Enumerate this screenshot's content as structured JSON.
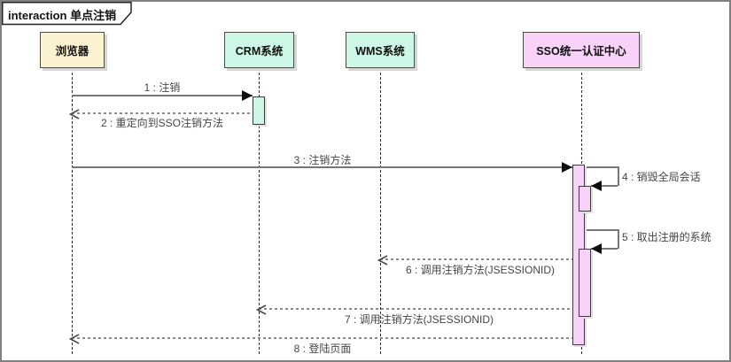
{
  "frame": {
    "title": "interaction 单点注销",
    "type": "uml-sequence-diagram"
  },
  "colors": {
    "browser_fill": "#FBF2CF",
    "system_fill": "#CDF8E8",
    "sso_fill": "#F8D2F8",
    "solid_line": "#767676",
    "dashed_line": "#8A8A8A",
    "label_text": "#454545",
    "frame_border": "#808080"
  },
  "participants": [
    {
      "name": "浏览器",
      "fill": "#FBF2CF"
    },
    {
      "name": "CRM系统",
      "fill": "#CDF8E8"
    },
    {
      "name": "WMS系统",
      "fill": "#CDF8E8"
    },
    {
      "name": "SSO统一认证中心",
      "fill": "#F8D2F8"
    }
  ],
  "messages": [
    {
      "seq": "1",
      "label": "1 : 注销",
      "kind": "call",
      "from": "浏览器",
      "to": "CRM系统"
    },
    {
      "seq": "2",
      "label": "2 : 重定向到SSO注销方法",
      "kind": "return",
      "from": "CRM系统",
      "to": "浏览器"
    },
    {
      "seq": "3",
      "label": "3 : 注销方法",
      "kind": "call",
      "from": "浏览器",
      "to": "SSO统一认证中心"
    },
    {
      "seq": "4",
      "label": "4 : 销毁全局会话",
      "kind": "self",
      "from": "SSO统一认证中心",
      "to": "SSO统一认证中心"
    },
    {
      "seq": "5",
      "label": "5 : 取出注册的系统",
      "kind": "self",
      "from": "SSO统一认证中心",
      "to": "SSO统一认证中心"
    },
    {
      "seq": "6",
      "label": "6 : 调用注销方法(JSESSIONID)",
      "kind": "return",
      "from": "SSO统一认证中心",
      "to": "WMS系统"
    },
    {
      "seq": "7",
      "label": "7 : 调用注销方法(JSESSIONID)",
      "kind": "return",
      "from": "SSO统一认证中心",
      "to": "CRM系统"
    },
    {
      "seq": "8",
      "label": "8 : 登陆页面",
      "kind": "return",
      "from": "SSO统一认证中心",
      "to": "浏览器"
    }
  ]
}
